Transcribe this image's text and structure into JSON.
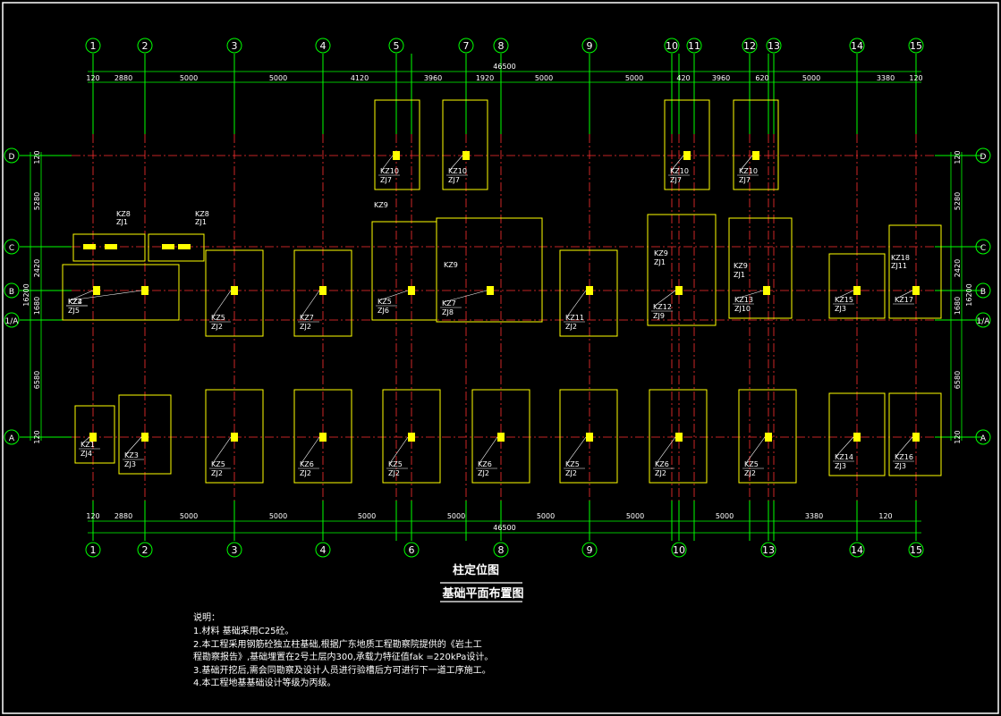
{
  "drawing": {
    "total_dim": "46500",
    "top_dims": [
      "120",
      "2880",
      "5000",
      "5000",
      "4120",
      "3960",
      "1920",
      "5000",
      "5000",
      "420",
      "3960",
      "620",
      "5000",
      "3380",
      "120"
    ],
    "bottom_dims": [
      "120",
      "2880",
      "5000",
      "5000",
      "5000",
      "5000",
      "5000",
      "5000",
      "5000",
      "3380",
      "120"
    ],
    "top_axes": [
      "1",
      "2",
      "3",
      "4",
      "5",
      "7",
      "8",
      "9",
      "10",
      "11",
      "12",
      "13",
      "14",
      "15"
    ],
    "bottom_axes": [
      "1",
      "2",
      "3",
      "4",
      "6",
      "8",
      "9",
      "10",
      "13",
      "14",
      "15"
    ],
    "row_axes": [
      "D",
      "C",
      "B",
      "1/A",
      "A"
    ],
    "row_axes_right": [
      "D",
      "C",
      "B",
      "1/A",
      "A"
    ],
    "left_dims": [
      "5280",
      "2420",
      "1680",
      "6580",
      "120",
      "16200",
      "120"
    ],
    "right_dims": [
      "5280",
      "2420",
      "1680",
      "6580",
      "120",
      "16200",
      "120"
    ],
    "footing_labels": [
      {
        "kz": "KZ10",
        "zj": "ZJ7"
      },
      {
        "kz": "KZ10",
        "zj": "ZJ7"
      },
      {
        "kz": "KZ10",
        "zj": "ZJ7"
      },
      {
        "kz": "KZ10",
        "zj": "ZJ7"
      },
      {
        "kz": "KZ2",
        "zj": "ZJ5"
      },
      {
        "kz": "KZ4",
        "zj": ""
      },
      {
        "kz": "KZ5",
        "zj": "ZJ2"
      },
      {
        "kz": "KZ7",
        "zj": "ZJ2"
      },
      {
        "kz": "KZ5",
        "zj": "ZJ6"
      },
      {
        "kz": "KZ7",
        "zj": "ZJ8"
      },
      {
        "kz": "KZ11",
        "zj": "ZJ2"
      },
      {
        "kz": "KZ12",
        "zj": "ZJ9"
      },
      {
        "kz": "KZ13",
        "zj": "ZJ10"
      },
      {
        "kz": "KZ15",
        "zj": "ZJ3"
      },
      {
        "kz": "KZ17",
        "zj": ""
      },
      {
        "kz": "KZ1",
        "zj": "ZJ4"
      },
      {
        "kz": "KZ3",
        "zj": "ZJ3"
      },
      {
        "kz": "KZ5",
        "zj": "ZJ2"
      },
      {
        "kz": "KZ6",
        "zj": "ZJ2"
      },
      {
        "kz": "KZ5",
        "zj": "ZJ2"
      },
      {
        "kz": "KZ6",
        "zj": "ZJ2"
      },
      {
        "kz": "KZ5",
        "zj": "ZJ2"
      },
      {
        "kz": "KZ6",
        "zj": "ZJ2"
      },
      {
        "kz": "KZ5",
        "zj": "ZJ2"
      },
      {
        "kz": "KZ14",
        "zj": "ZJ3"
      },
      {
        "kz": "KZ16",
        "zj": "ZJ3"
      }
    ],
    "extra_labels": [
      "KZ8",
      "ZJ1",
      "KZ8",
      "ZJ1",
      "KZ9",
      "KZ9",
      "ZJ1",
      "KZ9",
      "ZJ1",
      "KZ18",
      "ZJ11",
      "KZ9"
    ],
    "title_upper": "柱定位图",
    "title_lower": "基础平面布置图",
    "notes_heading": "说明：",
    "notes": [
      "1.材料 基础采用C25砼。",
      "2.本工程采用钢筋砼独立柱基础,根据广东地质工程勘察院提供的《岩土工",
      "  程勘察报告》,基础埋置在2号土层内300,承载力特征值fak =220kPa设计。",
      "3.基础开挖后,需会同勘察及设计人员进行验槽后方可进行下一道工序施工。",
      "4.本工程地基基础设计等级为丙级。"
    ]
  }
}
